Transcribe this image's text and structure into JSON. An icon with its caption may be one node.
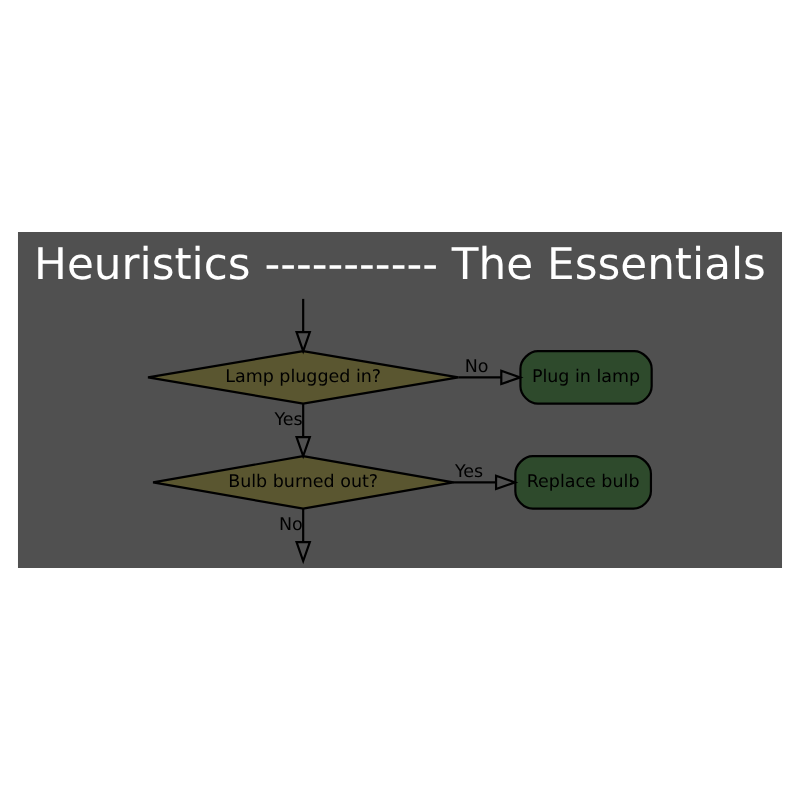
{
  "diagram": {
    "title": "Heuristics ----------- The Essentials",
    "nodes": [
      {
        "text": [
          "Lamp plugged in?"
        ]
      },
      {
        "text": [
          "Plug in lamp"
        ]
      },
      {
        "text": [
          "Bulb burned out?"
        ]
      },
      {
        "text": [
          "Replace bulb"
        ]
      }
    ],
    "edges": [
      {
        "from": null,
        "to": 0,
        "arrow": "to"
      },
      {
        "from": 0,
        "to": 1,
        "arrow": "to",
        "label": "No"
      },
      {
        "from": 0,
        "to": 2,
        "arrow": "to",
        "label": "Yes"
      },
      {
        "from": 2,
        "to": 3,
        "arrow": "to",
        "label": "Yes"
      },
      {
        "from": 2,
        "to": null,
        "arrow": "to",
        "label": "No"
      }
    ]
  }
}
